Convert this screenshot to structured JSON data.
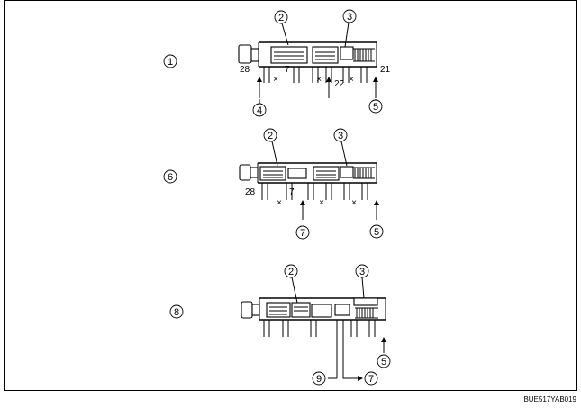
{
  "figure_code": "BUE517YAB019",
  "callouts": [
    "1",
    "2",
    "3",
    "4",
    "5",
    "6",
    "7",
    "8",
    "9"
  ],
  "port_labels": {
    "p28": "28",
    "p7": "7",
    "p21": "21",
    "p22": "22"
  },
  "drain_mark": "×"
}
